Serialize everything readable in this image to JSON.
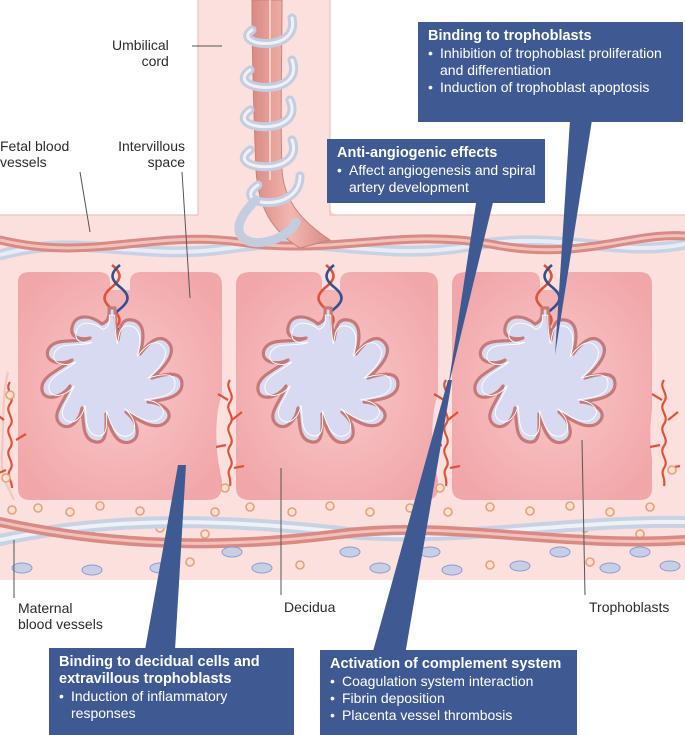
{
  "labels": {
    "umbilical_cord": [
      "Umbilical",
      "cord"
    ],
    "fetal_blood_vessels": [
      "Fetal blood",
      "vessels"
    ],
    "intervillous_space": [
      "Intervillous",
      "space"
    ],
    "maternal_blood_vessels": [
      "Maternal",
      "blood vessels"
    ],
    "decidua": "Decidua",
    "trophoblasts": "Trophoblasts"
  },
  "boxes": {
    "binding_trophoblasts": {
      "title": "Binding to trophoblasts",
      "bullets": [
        "Inhibition of trophoblast proliferation and differentiation",
        "Induction of trophoblast apoptosis"
      ]
    },
    "anti_angiogenic": {
      "title": "Anti-angiogenic effects",
      "bullets": [
        "Affect angiogenesis and spiral artery development"
      ]
    },
    "binding_decidual": {
      "title": "Binding to decidual cells and extravillous trophoblasts",
      "bullets": [
        "Induction of inflammatory responses"
      ]
    },
    "complement": {
      "title": "Activation of complement system",
      "bullets": [
        "Coagulation system interaction",
        "Fibrin deposition",
        "Placenta vessel thrombosis"
      ]
    }
  },
  "colors": {
    "box": "#3f5a93",
    "placenta_light": "#fbe0dd",
    "decidua_pink": "#f4b3b5",
    "villus": "#d7daf0",
    "artery_red": "#e0533a",
    "vessel_pink": "#e49a92",
    "vessel_grey": "#c3cde0"
  }
}
